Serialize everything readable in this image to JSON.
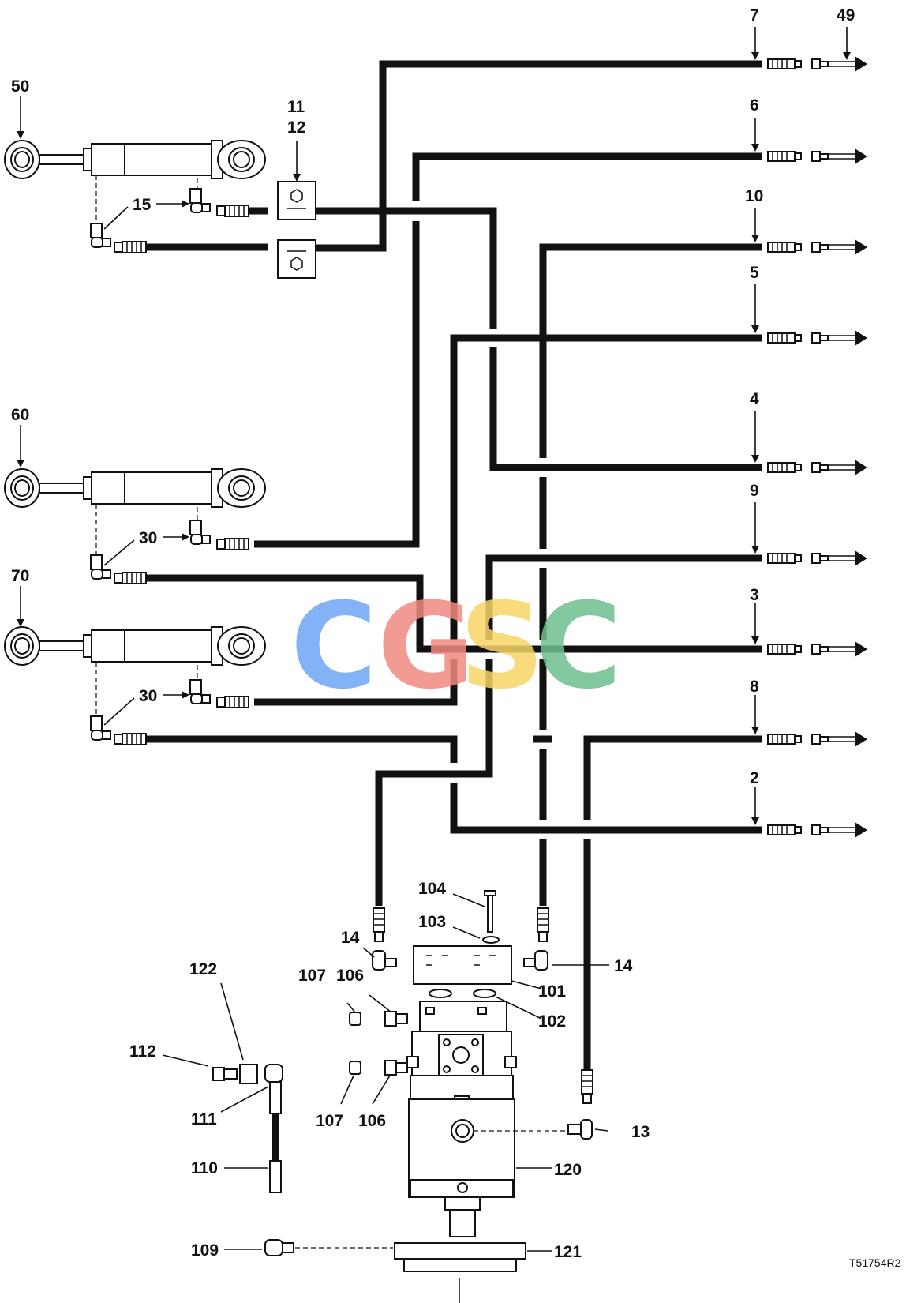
{
  "diagram": {
    "drawing_code": "T51754R2",
    "watermark": {
      "letters": [
        "C",
        "G",
        "S",
        "C"
      ],
      "colors": [
        "#6ea5f5",
        "#f08a80",
        "#f7d567",
        "#6fbf8f"
      ]
    },
    "callouts": {
      "c7": "7",
      "c49": "49",
      "c6": "6",
      "c10": "10",
      "c5": "5",
      "c4": "4",
      "c9": "9",
      "c3": "3",
      "c8": "8",
      "c2": "2",
      "c50": "50",
      "c60": "60",
      "c70": "70",
      "c11": "11",
      "c12": "12",
      "c15": "15",
      "c30a": "30",
      "c30b": "30",
      "c104": "104",
      "c103": "103",
      "c14a": "14",
      "c14b": "14",
      "c101": "101",
      "c102": "102",
      "c107a": "107",
      "c106a": "106",
      "c107b": "107",
      "c106b": "106",
      "c122": "122",
      "c112": "112",
      "c111": "111",
      "c110": "110",
      "c109": "109",
      "c13": "13",
      "c120": "120",
      "c121": "121"
    }
  }
}
